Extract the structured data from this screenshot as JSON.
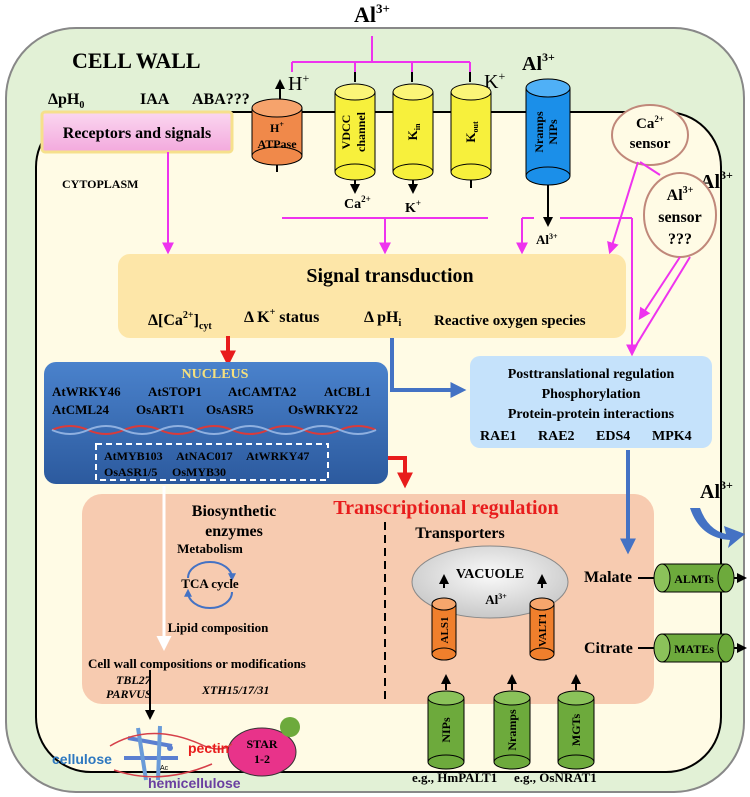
{
  "top_al": "Al3+",
  "cell_wall": "CELL WALL",
  "cytoplasm": "CYTOPLASM",
  "signals": {
    "dph0": "ΔpH0",
    "iaa": "IAA",
    "aba": "ABA???"
  },
  "receptors": "Receptors and signals",
  "channels": {
    "h_atpase_out": "H+",
    "h_atpase": "H+ ATPase",
    "vdcc": "VDCC channel",
    "kin": "Kin",
    "kout": "Kout",
    "kout_out": "K+",
    "nramps": "Nramps NIPs",
    "nramps_al": "Al3+",
    "ca_in": "Ca2+",
    "k_in": "K+",
    "al_in": "Al3+"
  },
  "ca_sensor": "Ca2+ sensor",
  "al_sensor_al": "Al3+",
  "al_sensor": "Al3+ sensor ???",
  "signal": {
    "title": "Signal transduction",
    "ca": "Δ[Ca2+]cyt",
    "k": "Δ K+ status",
    "ph": "Δ pHi",
    "ros": "Reactive oxygen species"
  },
  "nucleus": {
    "title": "NUCLEUS",
    "genes": [
      "AtWRKY46",
      "AtSTOP1",
      "AtCAMTA2",
      "AtCBL1",
      "AtCML24",
      "OsART1",
      "OsASR5",
      "OsWRKY22"
    ],
    "boxed": [
      "AtMYB103",
      "AtNAC017",
      "AtWRKY47",
      "OsASR1/5",
      "OsMYB30"
    ]
  },
  "ptr": {
    "lines": [
      "Posttranslational regulation",
      "Phosphorylation",
      "Protein-protein interactions"
    ],
    "genes": [
      "RAE1",
      "RAE2",
      "EDS4",
      "MPK4"
    ]
  },
  "transcription": {
    "title": "Transcriptional regulation",
    "biosynthetic": "Biosynthetic enzymes",
    "metabolism": "Metabolism",
    "tca": "TCA cycle",
    "lipid": "Lipid composition",
    "cw": "Cell wall compositions or modifications",
    "tbl": "TBL27",
    "parvus": "PARVUS",
    "xth": "XTH15/17/31",
    "transporters": "Transporters",
    "vacuole": "VACUOLE",
    "vac_al": "Al3+",
    "als1": "ALS1",
    "valt1": "VALT1"
  },
  "efflux": {
    "al": "Al3+",
    "malate": "Malate",
    "almts": "ALMTs",
    "citrate": "Citrate",
    "mates": "MATEs"
  },
  "bottom_transporters": {
    "nips": "NIPs",
    "nramps": "Nramps",
    "mgts": "MGTs",
    "eg1": "e.g., HmPALT1",
    "eg2": "e.g., OsNRAT1"
  },
  "star": "STAR 1-2",
  "wall": {
    "cellulose": "cellulose",
    "pectin": "pectin",
    "hemicellulose": "hemicellulose",
    "ac": "Ac"
  },
  "colors": {
    "cellwall": "#e2f1d6",
    "cyto": "#fffbe5",
    "signal": "#fde6a8",
    "nucleus": "#3b6fb6",
    "ptr": "#c5e2fb",
    "trans": "#f7cbb0",
    "magenta": "#ee33ee",
    "blue": "#4472c4",
    "red": "#e81c1c"
  }
}
